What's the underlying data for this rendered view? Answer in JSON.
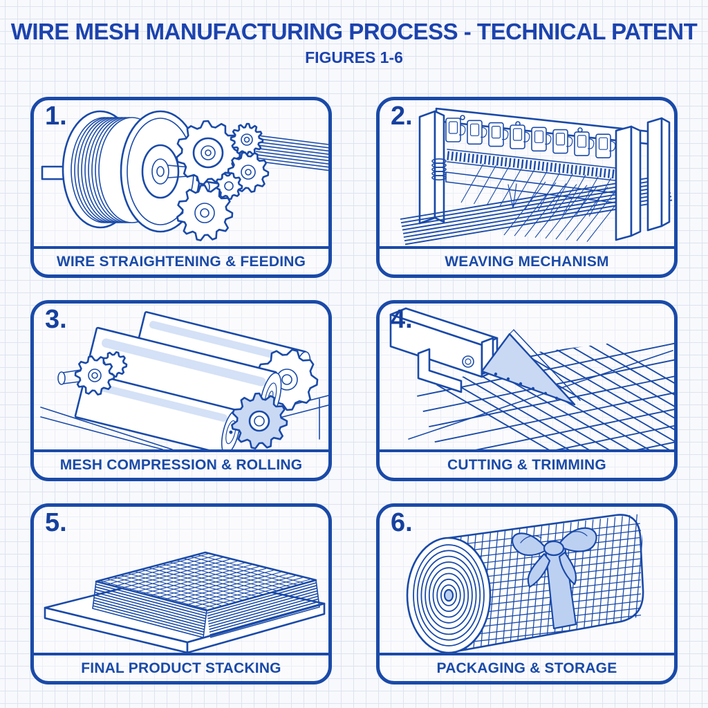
{
  "header": {
    "title": "WIRE MESH MANUFACTURING PROCESS - TECHNICAL PATENT",
    "subtitle": "FIGURES 1-6"
  },
  "figures": [
    {
      "number": "1.",
      "caption": "WIRE STRAIGHTENING & FEEDING",
      "illustration": "wire-spool-with-straightening-gears-and-feed-arrow"
    },
    {
      "number": "2.",
      "caption": "WEAVING MECHANISM",
      "illustration": "loom-frame-with-heddles-reed-comb-and-woven-sheet"
    },
    {
      "number": "3.",
      "caption": "MESH COMPRESSION & ROLLING",
      "illustration": "three-compression-rollers-with-drive-gears"
    },
    {
      "number": "4.",
      "caption": "CUTTING & TRIMMING",
      "illustration": "cutter-arm-with-blade-over-mesh-lattice"
    },
    {
      "number": "5.",
      "caption": "FINAL PRODUCT STACKING",
      "illustration": "stacked-mesh-sheets-on-pallet"
    },
    {
      "number": "6.",
      "caption": "PACKAGING & STORAGE",
      "illustration": "rolled-mesh-with-ribbon-bow"
    }
  ],
  "colors": {
    "line_blue": "#1a4aa8",
    "title_blue": "#1c43ae",
    "number_blue": "#16409e",
    "light_fill": "#c9d9f4",
    "ribbon_fill": "#bcd0f2",
    "grid_line": "#dce3f0",
    "paper": "#f8f9fc"
  }
}
